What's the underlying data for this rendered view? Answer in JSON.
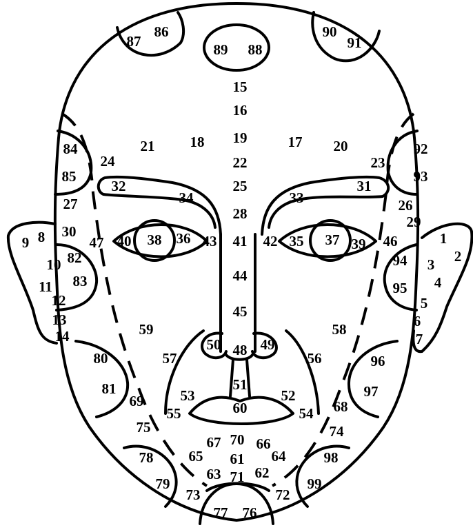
{
  "labels": [
    "1",
    "2",
    "3",
    "4",
    "5",
    "6",
    "7",
    "8",
    "9",
    "10",
    "11",
    "12",
    "13",
    "14",
    "15",
    "16",
    "17",
    "18",
    "19",
    "20",
    "21",
    "22",
    "23",
    "24",
    "25",
    "26",
    "27",
    "28",
    "29",
    "30",
    "31",
    "32",
    "33",
    "34",
    "35",
    "36",
    "37",
    "38",
    "39",
    "40",
    "41",
    "42",
    "43",
    "44",
    "45",
    "46",
    "47",
    "48",
    "49",
    "50",
    "51",
    "52",
    "53",
    "54",
    "55",
    "56",
    "57",
    "58",
    "59",
    "60",
    "61",
    "62",
    "63",
    "64",
    "65",
    "66",
    "67",
    "68",
    "69",
    "70",
    "71",
    "72",
    "73",
    "74",
    "75",
    "76",
    "77",
    "78",
    "79",
    "80",
    "81",
    "82",
    "83",
    "84",
    "85",
    "86",
    "87",
    "88",
    "89",
    "90",
    "91",
    "92",
    "93",
    "94",
    "95",
    "96",
    "97",
    "98",
    "99"
  ],
  "colors": {
    "ink": "#000000",
    "paper": "#ffffff"
  }
}
